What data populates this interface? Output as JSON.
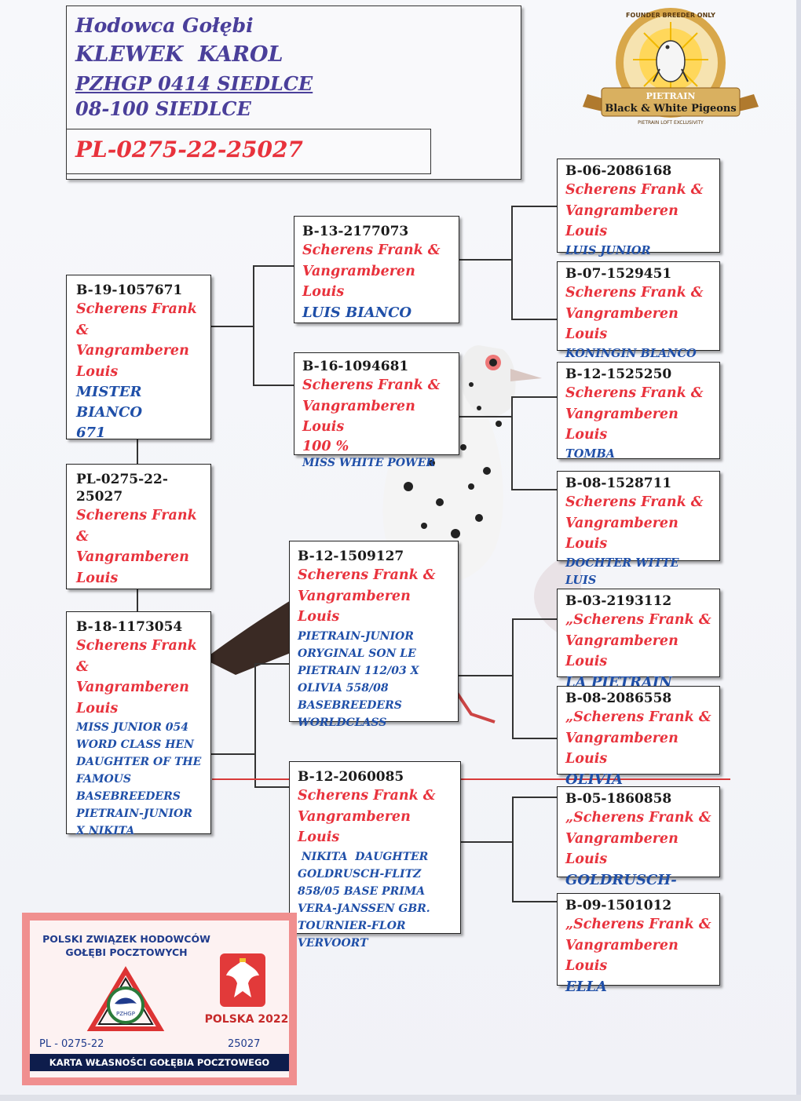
{
  "header": {
    "title": "Hodowca Gołębi",
    "breeder": "KLEWEK  KAROL",
    "club": "PZHGP 0414 SIEDLCE",
    "address": "08-100 SIEDLCE",
    "ring": "PL-0275-22-25027"
  },
  "logo": {
    "top_text": "FOUNDER BREEDER ONLY",
    "brand": "PIETRAIN",
    "banner": "Black & White Pigeons",
    "bottom_text": "PIETRAIN LOFT EXCLUSIVITY"
  },
  "pigeons": {
    "subject": {
      "ring": "PL-0275-22-25027",
      "breeder_l1": "Scherens Frank &",
      "breeder_l2": "Vangramberen",
      "breeder_l3": "Louis"
    },
    "sire": {
      "ring": "B-19-1057671",
      "breeder_l1": "Scherens Frank &",
      "breeder_l2": "Vangramberen",
      "breeder_l3": "Louis",
      "name_l1": "MISTER BIANCO",
      "name_l2": "671"
    },
    "dam": {
      "ring": "B-18-1173054",
      "breeder_l1": "Scherens Frank &",
      "breeder_l2": "Vangramberen",
      "breeder_l3": "Louis",
      "name_lines": [
        "MISS JUNIOR 054",
        "WORD CLASS HEN",
        "DAUGHTER OF THE",
        "FAMOUS",
        "BASEBREEDERS",
        "PIETRAIN-JUNIOR",
        "X NIKITA"
      ]
    },
    "ss": {
      "ring": "B-13-2177073",
      "breeder_l1": "Scherens Frank &",
      "breeder_l2": "Vangramberen Louis",
      "name": "LUIS BIANCO"
    },
    "sd": {
      "ring": "B-16-1094681",
      "breeder_l1": "Scherens Frank &",
      "breeder_l2": "Vangramberen Louis",
      "extra": "100 %",
      "name": "MISS WHITE POWER"
    },
    "ds": {
      "ring": "B-12-1509127",
      "breeder_l1": "Scherens Frank &",
      "breeder_l2": "Vangramberen Louis",
      "name_lines": [
        "PIETRAIN-JUNIOR",
        "ORYGINAL SON LE",
        "PIETRAIN 112/03 X",
        "OLIVIA 558/08",
        "BASEBREEDERS",
        "WORLDCLASS"
      ]
    },
    "dd": {
      "ring": "B-12-2060085",
      "breeder_l1": "Scherens Frank &",
      "breeder_l2": "Vangramberen Louis",
      "name_lines": [
        " NIKITA  DAUGHTER",
        "GOLDRUSCH-FLITZ",
        "858/05 BASE PRIMA",
        "VERA-JANSSEN GBR.",
        "TOURNIER-FLOR",
        "VERVOORT"
      ]
    },
    "sss": {
      "ring": "B-06-2086168",
      "breeder_l1": "Scherens Frank &",
      "breeder_l2": "Vangramberen Louis",
      "name": "LUIS JUNIOR"
    },
    "ssd": {
      "ring": "B-07-1529451",
      "breeder_l1": "Scherens Frank &",
      "breeder_l2": "Vangramberen Louis",
      "name": "KONINGIN BLANCO"
    },
    "sds": {
      "ring": "B-12-1525250",
      "breeder_l1": "Scherens Frank &",
      "breeder_l2": "Vangramberen Louis",
      "name": "TOMBA"
    },
    "sdd": {
      "ring": "B-08-1528711",
      "breeder_l1": "Scherens Frank &",
      "breeder_l2": "Vangramberen Louis",
      "name": "DOCHTER WITTE LUIS"
    },
    "dss": {
      "ring": "B-03-2193112",
      "breeder_l1": "„Scherens Frank &",
      "breeder_l2": "Vangramberen Louis",
      "name": "LA PIETRAIN"
    },
    "dsd": {
      "ring": "B-08-2086558",
      "breeder_l1": "„Scherens Frank &",
      "breeder_l2": "Vangramberen Louis",
      "name": "OLIVIA"
    },
    "dds": {
      "ring": "B-05-1860858",
      "breeder_l1": "„Scherens Frank &",
      "breeder_l2": "Vangramberen Louis",
      "name": "GOLDRUSCH-FLITZ"
    },
    "ddd": {
      "ring": "B-09-1501012",
      "breeder_l1": "„Scherens Frank &",
      "breeder_l2": "Vangramberen Louis",
      "name": "ELLA"
    }
  },
  "card": {
    "org_l1": "POLSKI ZWIĄZEK HODOWCÓW",
    "org_l2": "GOŁĘBI POCZTOWYCH",
    "badge": "PZHGP",
    "year": "POLSKA 2022",
    "ring_left": "PL - 0275-22",
    "ring_right": "25027",
    "footer": "KARTA WŁASNOŚCI GOŁĘBIA POCZTOWEGO"
  },
  "colors": {
    "breeder_red": "#e8323c",
    "name_blue": "#1f4fa8",
    "header_purple": "#4a3f9a",
    "ring_red": "#e8323c"
  }
}
